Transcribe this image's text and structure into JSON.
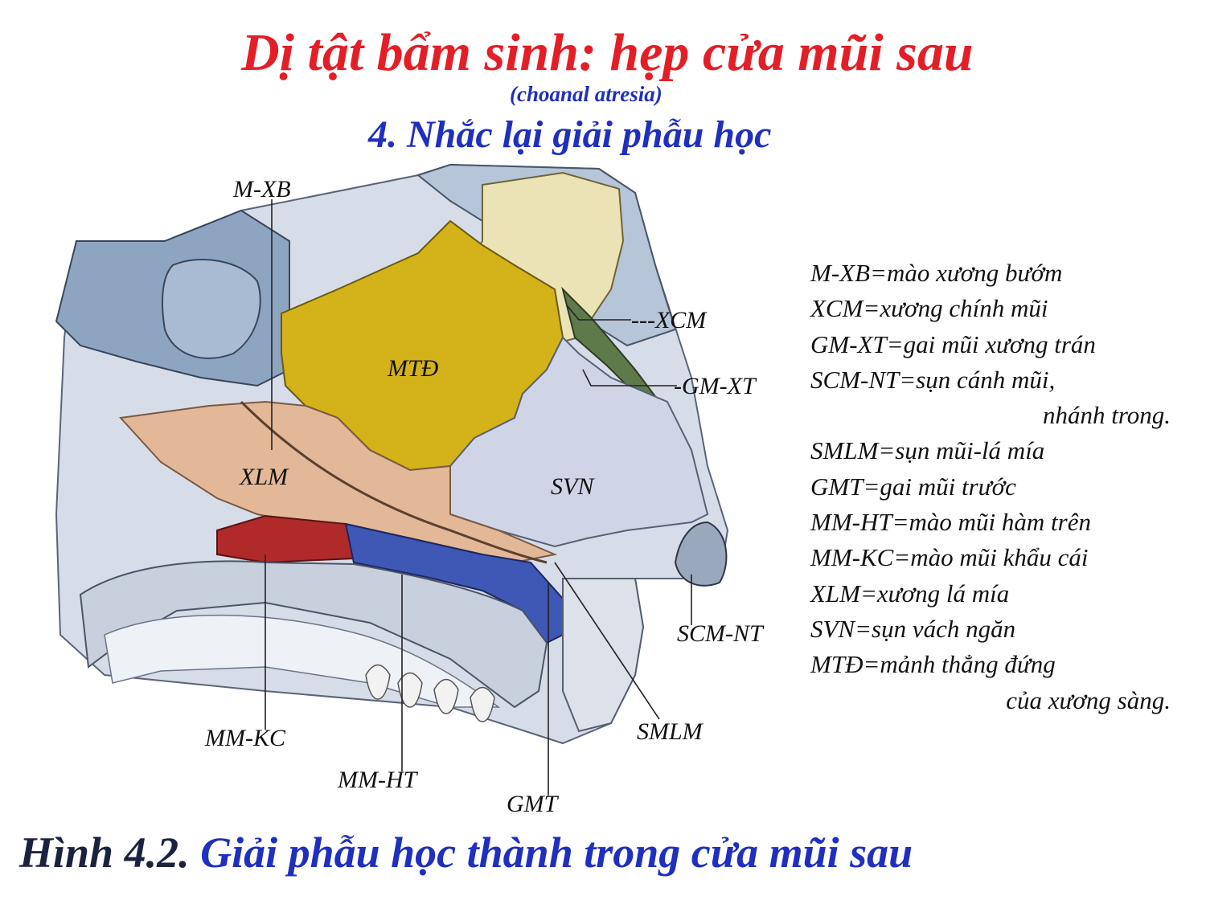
{
  "title": "Dị tật bẩm sinh: hẹp cửa mũi sau",
  "subtitle": "(choanal atresia)",
  "section": "4. Nhắc lại giải phẫu học",
  "labels": {
    "m_xb": "M-XB",
    "xcm": "---XCM",
    "gm_xt": "-GM-XT",
    "mtd": "MTĐ",
    "xlm": "XLM",
    "svn": "SVN",
    "scm_nt": "SCM-NT",
    "smlm": "SMLM",
    "mm_kc": "MM-KC",
    "mm_ht": "MM-HT",
    "gmt": "GMT"
  },
  "legend": [
    "M-XB=mào xương bướm",
    "XCM=xương chính mũi",
    "GM-XT=gai mũi xương trán",
    "SCM-NT=sụn cánh mũi,",
    "nhánh trong.",
    "SMLM=sụn mũi-lá mía",
    "GMT=gai mũi trước",
    "MM-HT=mào mũi hàm trên",
    "MM-KC=mào mũi khẩu cái",
    "XLM=xương lá mía",
    "SVN=sụn vách ngăn",
    "MTĐ=mảnh thẳng đứng",
    "của xương sàng."
  ],
  "caption_number": "Hình 4.2.",
  "caption_text": "Giải phẫu học thành trong cửa mũi sau",
  "colors": {
    "title": "#e41e26",
    "heading": "#1f2fbf",
    "mtd_plate": "#d4b21a",
    "septal_cartilage": "#ccd2e6",
    "vomer": "#e3b898",
    "palatine_crest": "#b02a2a",
    "maxillary_crest": "#3f57b5",
    "bone_blue": "#7f97b8"
  }
}
